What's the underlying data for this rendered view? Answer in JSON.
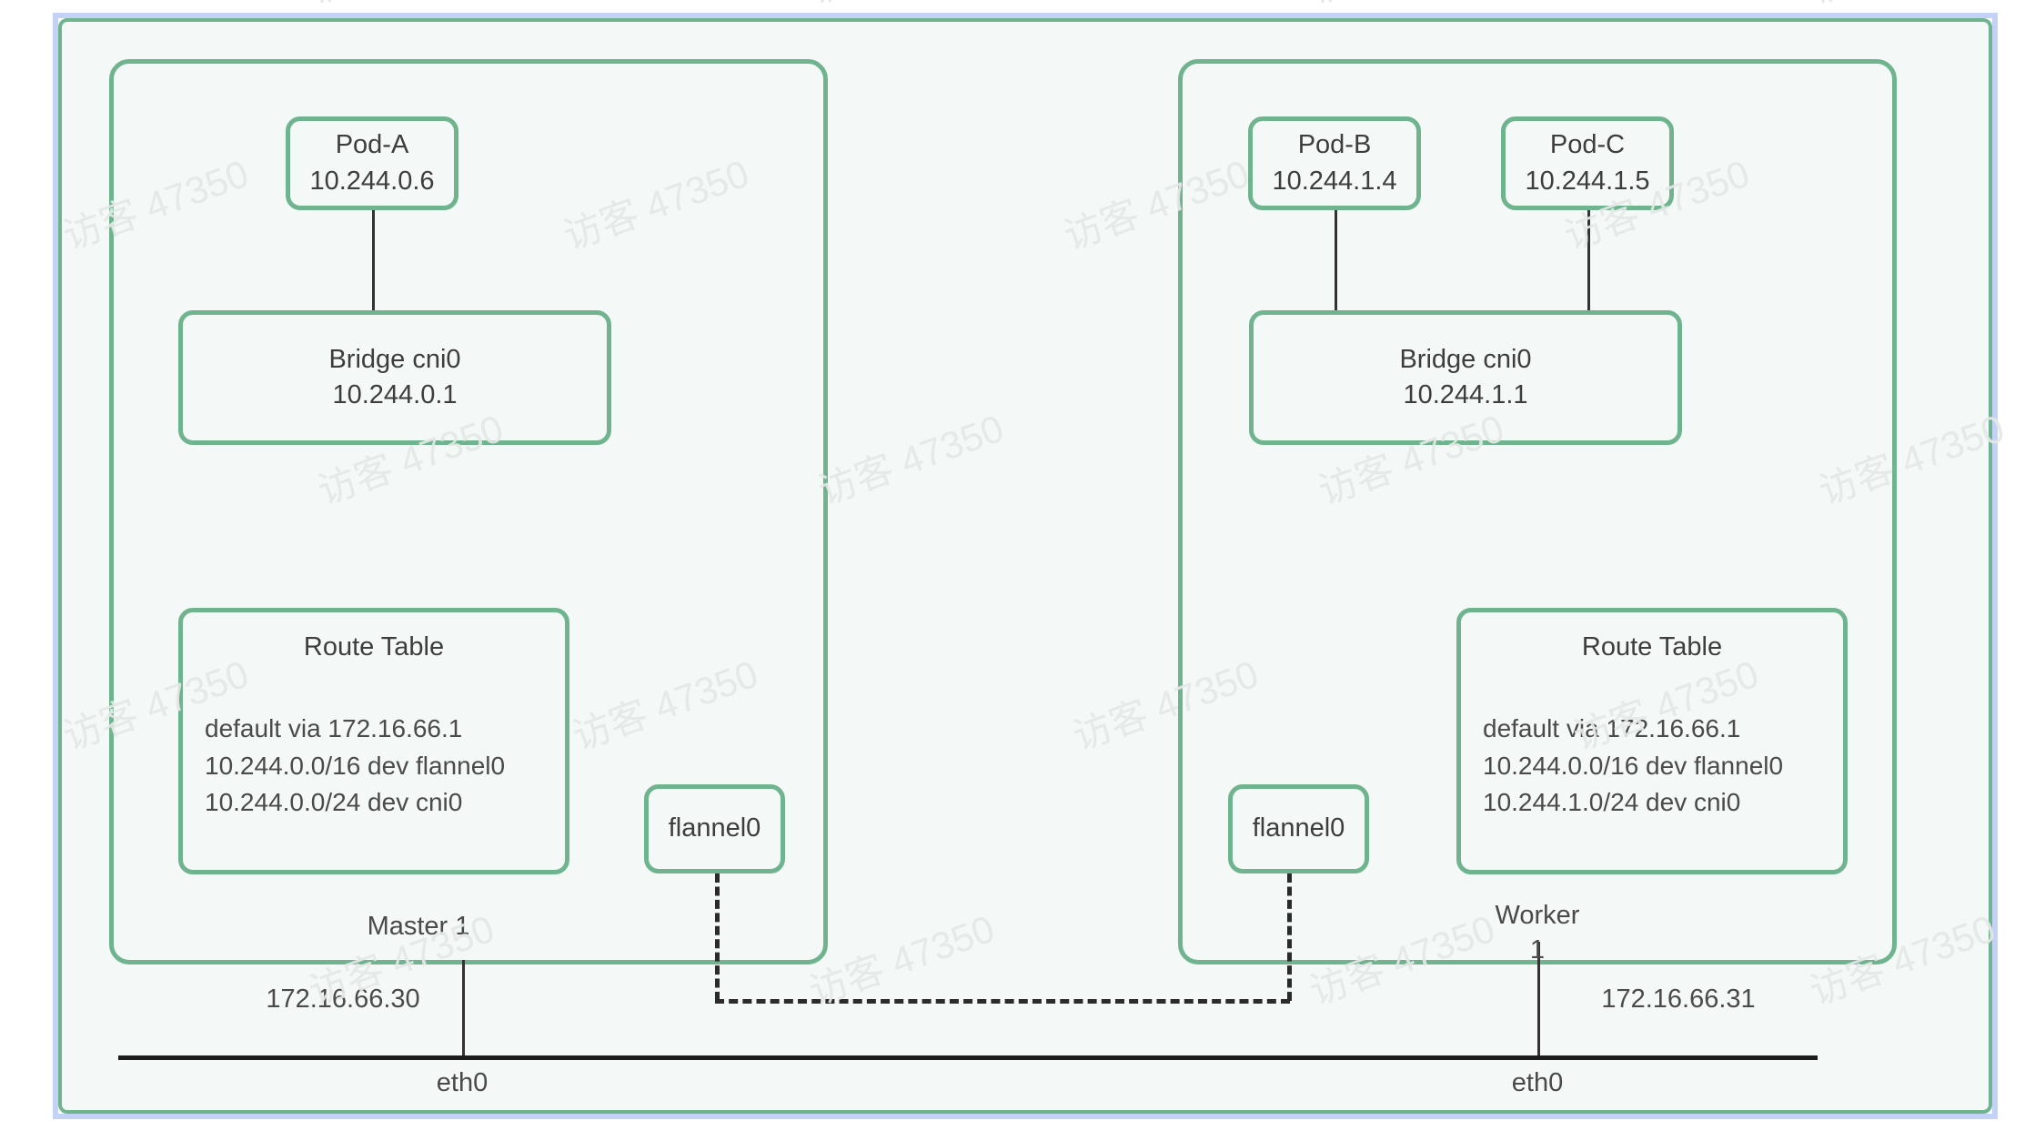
{
  "diagram": {
    "title": "Kubernetes Flannel Network Topology",
    "colors": {
      "node_border": "#6fb48f",
      "outer_border": "#c5d2f8",
      "surface": "#f4f8f6",
      "text": "#3d3d3d",
      "wire": "#333333"
    },
    "watermark": {
      "text": "访客 47350"
    },
    "nodes": [
      {
        "id": "master-1",
        "label": "Master 1",
        "host_ip": "172.16.66.30",
        "nic": "eth0",
        "pods": [
          {
            "name": "Pod-A",
            "ip": "10.244.0.6"
          }
        ],
        "bridge": {
          "name": "Bridge cni0",
          "ip": "10.244.0.1"
        },
        "tunnel": {
          "name": "flannel0"
        },
        "route_table": {
          "title": "Route Table",
          "routes": [
            "default via 172.16.66.1",
            "10.244.0.0/16  dev flannel0",
            "10.244.0.0/24  dev cni0"
          ]
        }
      },
      {
        "id": "worker-1",
        "label": "Worker\n1",
        "host_ip": "172.16.66.31",
        "nic": "eth0",
        "pods": [
          {
            "name": "Pod-B",
            "ip": "10.244.1.4"
          },
          {
            "name": "Pod-C",
            "ip": "10.244.1.5"
          }
        ],
        "bridge": {
          "name": "Bridge cni0",
          "ip": "10.244.1.1"
        },
        "tunnel": {
          "name": "flannel0"
        },
        "route_table": {
          "title": "Route Table",
          "routes": [
            "default via 172.16.66.1",
            "10.244.0.0/16  dev flannel0",
            "10.244.1.0/24  dev cni0"
          ]
        }
      }
    ]
  }
}
